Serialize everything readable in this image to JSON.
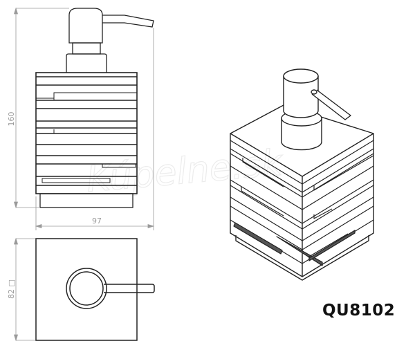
{
  "product_code": "QU8102",
  "watermark": "Kúpelne.sk",
  "dimensions": {
    "height": "160",
    "width": "97",
    "base_square": "82 □"
  },
  "views": [
    "front-view",
    "top-view",
    "isometric-view"
  ]
}
